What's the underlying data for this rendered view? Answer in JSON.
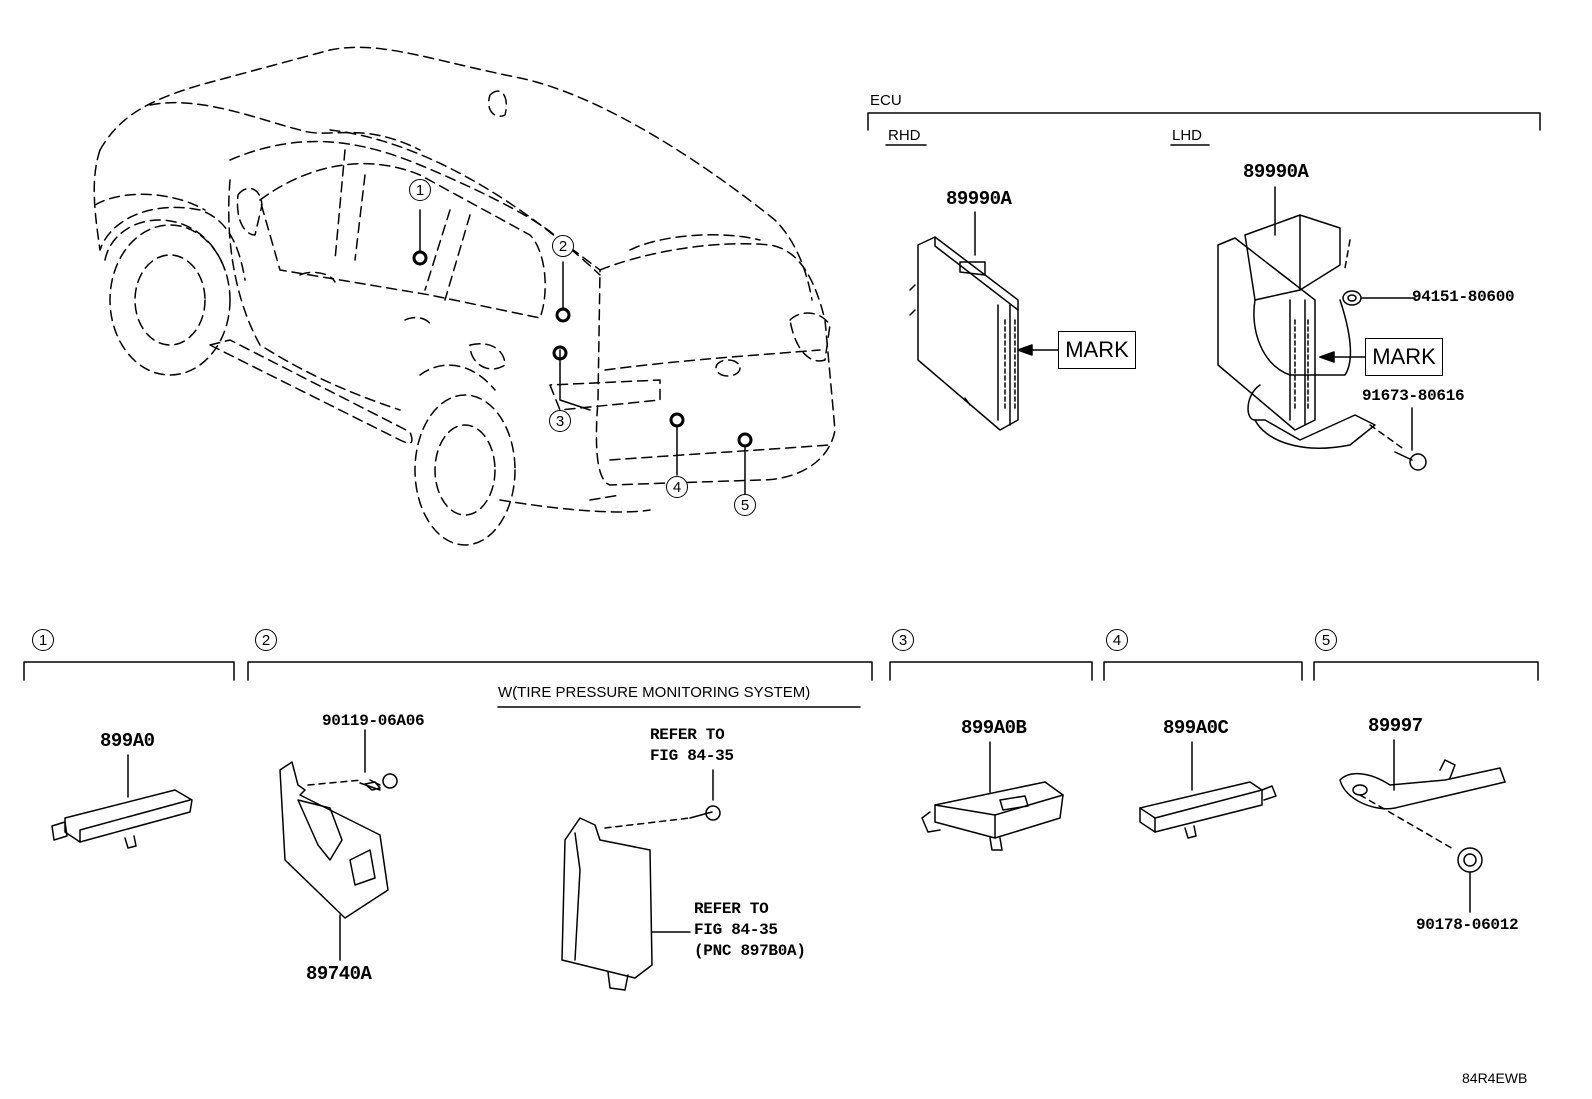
{
  "ecu": {
    "title": "ECU",
    "rhd": {
      "label": "RHD",
      "part": "89990A",
      "mark": "MARK"
    },
    "lhd": {
      "label": "LHD",
      "part": "89990A",
      "mark": "MARK",
      "nut": "94151-80600",
      "bolt": "91673-80616"
    }
  },
  "car_callouts": [
    "1",
    "2",
    "3",
    "4",
    "5"
  ],
  "sections": [
    {
      "num": "1",
      "parts": [
        "899A0"
      ]
    },
    {
      "num": "2",
      "condition": "W(TIRE PRESSURE MONITORING SYSTEM)",
      "parts": [
        "90119-06A06",
        "89740A"
      ],
      "refer_top": [
        "REFER TO",
        "FIG 84-35"
      ],
      "refer_bottom": [
        "REFER TO",
        "FIG 84-35",
        "(PNC 897B0A)"
      ]
    },
    {
      "num": "3",
      "parts": [
        "899A0B"
      ]
    },
    {
      "num": "4",
      "parts": [
        "899A0C"
      ]
    },
    {
      "num": "5",
      "parts": [
        "89997",
        "90178-06012"
      ]
    }
  ],
  "figure_code": "84R4EWB"
}
